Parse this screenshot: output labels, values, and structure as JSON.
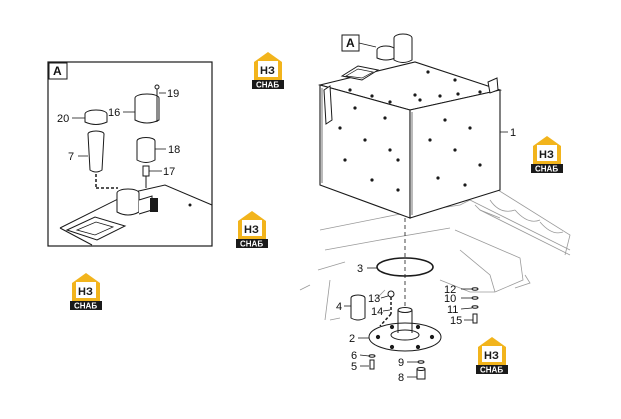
{
  "detail_view_label": "A",
  "callout_label": "A",
  "part_numbers": {
    "p1": "1",
    "p2": "2",
    "p3": "3",
    "p4": "4",
    "p5": "5",
    "p6": "6",
    "p7": "7",
    "p8": "8",
    "p9": "9",
    "p10": "10",
    "p11": "11",
    "p12": "12",
    "p13": "13",
    "p14": "14",
    "p15": "15",
    "p16": "16",
    "p17": "17",
    "p18": "18",
    "p19": "19",
    "p20": "20"
  },
  "watermark": {
    "mark": "НЗ",
    "text": "СНАБ"
  },
  "colors": {
    "line": "#1a1a1a",
    "watermark_yellow": "#f2b41c",
    "watermark_dark": "#1a1a1a",
    "light_line": "#9a9a9a"
  }
}
